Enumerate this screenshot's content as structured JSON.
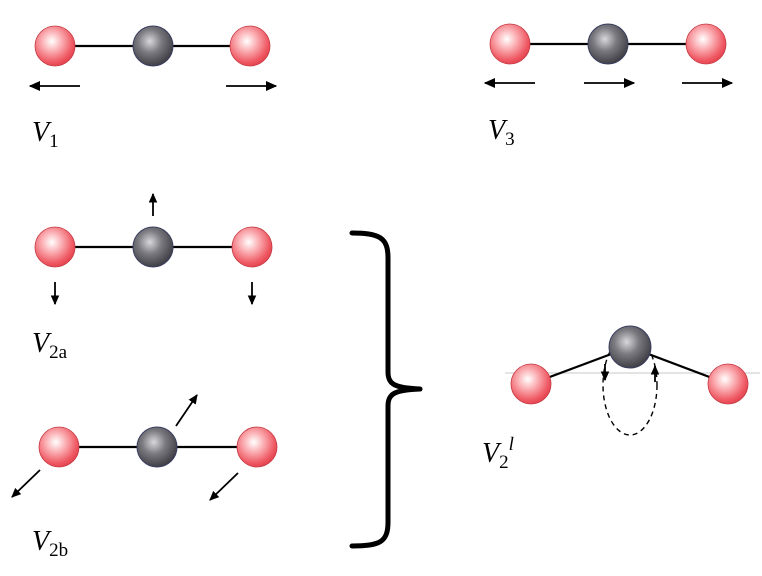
{
  "colors": {
    "oxygen_atom": "#f0606a",
    "carbon_atom": "#606066",
    "bond": "#000000",
    "arrow": "#000000"
  },
  "molecule": {
    "atoms": [
      "oxygen",
      "carbon",
      "oxygen"
    ],
    "geometry": "linear"
  },
  "modes": [
    {
      "id": "V1",
      "label_main": "V",
      "label_sub": "1",
      "label_sup": "",
      "motion": "symmetric stretch"
    },
    {
      "id": "V3",
      "label_main": "V",
      "label_sub": "3",
      "label_sup": "",
      "motion": "asymmetric stretch"
    },
    {
      "id": "V2a",
      "label_main": "V",
      "label_sub": "2a",
      "label_sup": "",
      "motion": "bend (in-plane)"
    },
    {
      "id": "V2b",
      "label_main": "V",
      "label_sub": "2b",
      "label_sup": "",
      "motion": "bend (perpendicular)"
    },
    {
      "id": "V2l",
      "label_main": "V",
      "label_sub": "2",
      "label_sup": "l",
      "motion": "degenerate bend combination"
    }
  ],
  "brace": {
    "direction": "right",
    "groups": [
      "V2a",
      "V2b"
    ],
    "result": "V2l"
  }
}
